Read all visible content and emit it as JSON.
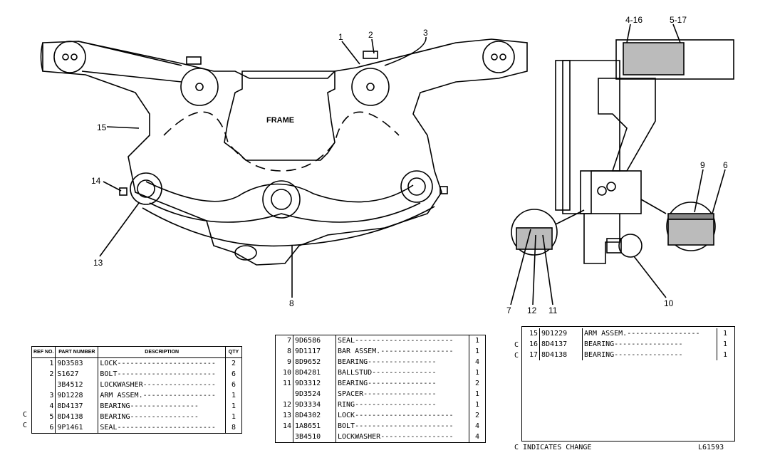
{
  "labels": {
    "frame": "FRAME",
    "callouts": [
      "1",
      "2",
      "3",
      "4-16",
      "5-17",
      "15",
      "14",
      "13",
      "8",
      "9",
      "6",
      "7",
      "12",
      "11",
      "10"
    ]
  },
  "table1": {
    "headers": {
      "ref": "REF NO.",
      "part": "PART NUMBER",
      "desc": "DESCRIPTION",
      "qty": "QTY"
    },
    "rows": [
      {
        "change": "",
        "ref": "1",
        "part": "9D3583",
        "desc": "LOCK-----------------------",
        "qty": "2"
      },
      {
        "change": "",
        "ref": "2",
        "part": "S1627",
        "desc": "BOLT-----------------------",
        "qty": "6"
      },
      {
        "change": "",
        "ref": "",
        "part": "3B4512",
        "desc": "LOCKWASHER-----------------",
        "qty": "6"
      },
      {
        "change": "",
        "ref": "3",
        "part": "9D1228",
        "desc": "ARM ASSEM.-----------------",
        "qty": "1"
      },
      {
        "change": "C",
        "ref": "4",
        "part": "8D4137",
        "desc": "  BEARING----------------",
        "qty": "1"
      },
      {
        "change": "C",
        "ref": "5",
        "part": "8D4138",
        "desc": "  BEARING----------------",
        "qty": "1"
      },
      {
        "change": "",
        "ref": "6",
        "part": "9P1461",
        "desc": "SEAL-----------------------",
        "qty": "8"
      }
    ]
  },
  "table2": {
    "rows": [
      {
        "ref": "7",
        "part": "9D6586",
        "desc": "SEAL-----------------------",
        "qty": "1"
      },
      {
        "ref": "8",
        "part": "9D1117",
        "desc": "BAR ASSEM.-----------------",
        "qty": "1"
      },
      {
        "ref": "9",
        "part": "8D9652",
        "desc": "  BEARING----------------",
        "qty": "4"
      },
      {
        "ref": "10",
        "part": "8D4281",
        "desc": "  BALLSTUD---------------",
        "qty": "1"
      },
      {
        "ref": "11",
        "part": "9D3312",
        "desc": "  BEARING----------------",
        "qty": "2"
      },
      {
        "ref": "",
        "part": "9D3524",
        "desc": "  SPACER-----------------",
        "qty": "1"
      },
      {
        "ref": "12",
        "part": "9D3334",
        "desc": "  RING-------------------",
        "qty": "1"
      },
      {
        "ref": "13",
        "part": "8D4302",
        "desc": "LOCK-----------------------",
        "qty": "2"
      },
      {
        "ref": "14",
        "part": "1A8651",
        "desc": "BOLT-----------------------",
        "qty": "4"
      },
      {
        "ref": "",
        "part": "3B4510",
        "desc": "LOCKWASHER-----------------",
        "qty": "4"
      }
    ]
  },
  "table3": {
    "rows": [
      {
        "change": "",
        "ref": "15",
        "part": "9D1229",
        "desc": "ARM ASSEM.-----------------",
        "qty": "1"
      },
      {
        "change": "C",
        "ref": "16",
        "part": "8D4137",
        "desc": "  BEARING----------------",
        "qty": "1"
      },
      {
        "change": "C",
        "ref": "17",
        "part": "8D4138",
        "desc": "  BEARING----------------",
        "qty": "1"
      }
    ]
  },
  "footer": {
    "note": "C INDICATES CHANGE",
    "code": "L61593"
  }
}
